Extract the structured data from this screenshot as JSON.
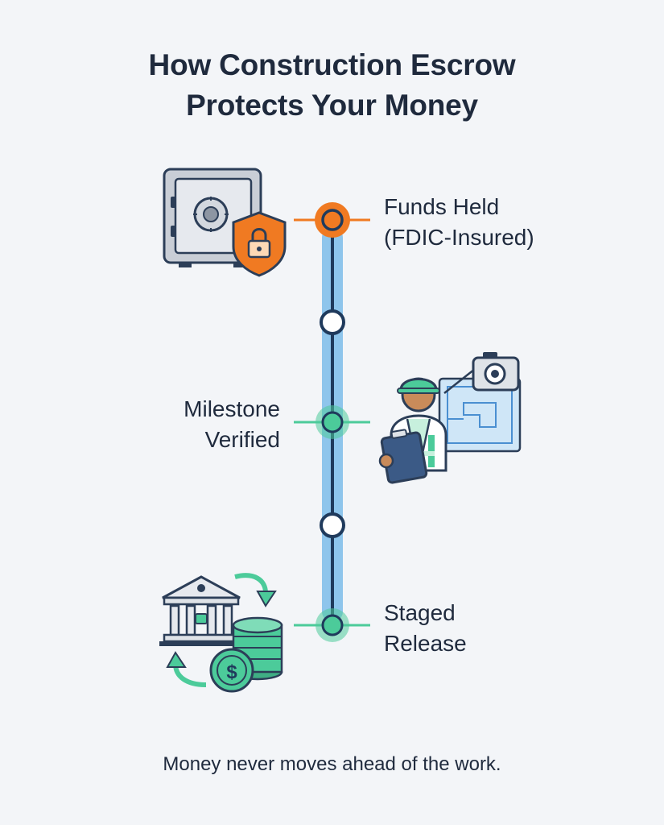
{
  "title": {
    "line1": "How Construction Escrow",
    "line2": "Protects Your Money"
  },
  "steps": [
    {
      "line1": "Funds Held",
      "line2": "(FDIC-Insured)",
      "icon": "safe-with-lock-shield-icon",
      "accent": "#f07a22"
    },
    {
      "line1": "Milestone",
      "line2": "Verified",
      "icon": "inspector-with-clipboard-icon",
      "accent": "#4ccb9a"
    },
    {
      "line1": "Staged",
      "line2": "Release",
      "icon": "bank-coins-cycle-icon",
      "accent": "#4ccb9a"
    }
  ],
  "colors": {
    "track": "#8ec5ec",
    "line": "#1f3a5c",
    "orange": "#f07a22",
    "green": "#4ccb9a"
  },
  "footer": "Money never moves ahead of the work."
}
